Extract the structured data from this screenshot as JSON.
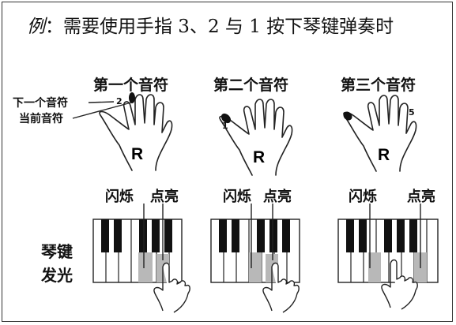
{
  "header": {
    "example_mark": "例",
    "instruction": "：需要使用手指 3、2 与 1 按下琴键弹奏时"
  },
  "columns": [
    {
      "title": "第一个音符",
      "finger_number": "2",
      "hand": "R"
    },
    {
      "title": "第二个音符",
      "finger_number": "1",
      "hand": "R"
    },
    {
      "title": "第三个音符",
      "finger_number": "5",
      "hand": "R"
    }
  ],
  "legend": {
    "next_note": "下一个音符",
    "current_note": "当前音符"
  },
  "key_labels": {
    "blink": "闪烁",
    "lit": "点亮"
  },
  "side_label": {
    "line1": "琴键",
    "line2": "发光"
  },
  "colors": {
    "key_highlight": "#b8b8b8",
    "finger_dot": "#111111",
    "line": "#222222"
  }
}
